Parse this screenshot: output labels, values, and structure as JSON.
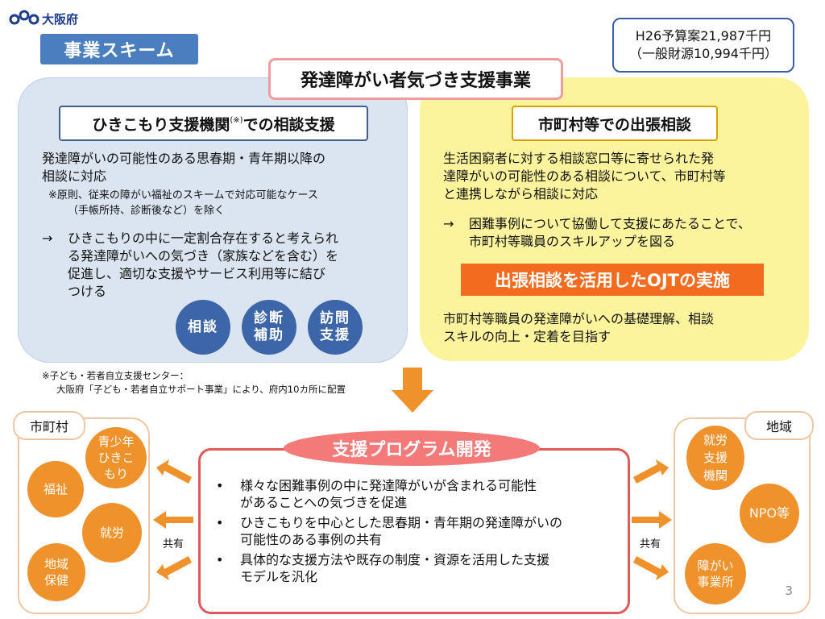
{
  "header": {
    "org_name": "大阪府",
    "scheme_label": "事業スキーム",
    "budget_line1": "H26予算案21,987千円",
    "budget_line2": "（一般財源10,994千円）"
  },
  "main_title": "発達障がい者気づき支援事業",
  "left_panel": {
    "title_main": "ひきこもり支援機関",
    "title_note": "(※)",
    "title_tail": "での相談支援",
    "para1_line1": "発達障がいの可能性のある思春期・青年期以降の",
    "para1_line2": "相談に対応",
    "note_line1": "※原則、従来の障がい福祉のスキームで対応可能なケース",
    "note_line2": "（手帳所持、診断後など）を除く",
    "arrow": "→",
    "para2_line1": "ひきこもりの中に一定割合存在すると考えられ",
    "para2_line2": "る発達障がいへの気づき（家族などを含む）を",
    "para2_line3": "促進し、適切な支援やサービス利用等に結び",
    "para2_line4": "つける",
    "circles": [
      {
        "line1": "相談",
        "line2": ""
      },
      {
        "line1": "診断",
        "line2": "補助"
      },
      {
        "line1": "訪問",
        "line2": "支援"
      }
    ]
  },
  "right_panel": {
    "title": "市町村等での出張相談",
    "para1_line1": "生活困窮者に対する相談窓口等に寄せられた発",
    "para1_line2": "達障がいの可能性のある相談について、市町村等",
    "para1_line3": "と連携しながら相談に対応",
    "arrow": "→",
    "para2_line1": "困難事例について協働して支援にあたることで、",
    "para2_line2": "市町村等職員のスキルアップを図る",
    "ojt_label": "出張相談を活用したOJTの実施",
    "para3_line1": "市町村等職員の発達障がいへの基礎理解、相談",
    "para3_line2": "スキルの向上・定着を目指す"
  },
  "footnote": {
    "line1": "※子ども・若者自立支援センター：",
    "line2": "大阪府「子ども・若者自立サポート事業」により、府内10カ所に配置"
  },
  "left_side": {
    "tag": "市町村",
    "circles": [
      {
        "line1": "青少年",
        "line2": "ひきこ",
        "line3": "もり"
      },
      {
        "line1": "福祉"
      },
      {
        "line1": "就労"
      },
      {
        "line1": "地域",
        "line2": "保健"
      }
    ],
    "share_label": "共有"
  },
  "right_side": {
    "tag": "地域",
    "circles": [
      {
        "line1": "就労",
        "line2": "支援",
        "line3": "機関"
      },
      {
        "line1": "NPO等"
      },
      {
        "line1": "障がい",
        "line2": "事業所"
      }
    ],
    "share_label": "共有"
  },
  "program": {
    "title": "支援プログラム開発",
    "bullets": [
      {
        "line1": "様々な困難事例の中に発達障がいが含まれる可能性",
        "line2": "があることへの気づきを促進"
      },
      {
        "line1": "ひきこもりを中心とした思春期・青年期の発達障がいの",
        "line2": "可能性のある事例の共有"
      },
      {
        "line1": "具体的な支援方法や既存の制度・資源を活用した支援",
        "line2": "モデルを汎化"
      }
    ]
  },
  "page_number": "3",
  "colors": {
    "accent_blue": "#4a7ebf",
    "panel_blue": "#dbe5f1",
    "panel_yellow": "#fcf49c",
    "orange": "#f0922b",
    "ojt_orange": "#f26b1f",
    "program_red": "#e05a5a"
  }
}
